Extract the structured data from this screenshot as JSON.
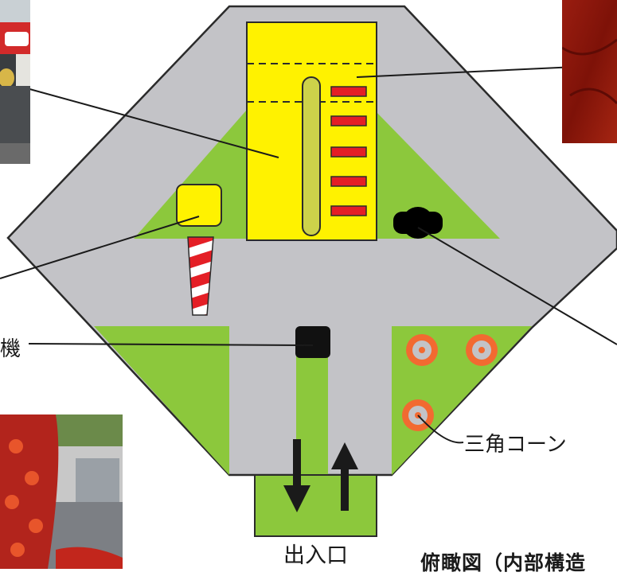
{
  "labels": {
    "cone": "三角コーン",
    "machine_partial": "機",
    "entrance": "出入口",
    "caption_partial": "俯瞰図（内部構造"
  },
  "colors": {
    "floor_gray": "#c3c3c7",
    "green": "#8cc83c",
    "yellow": "#fff200",
    "olive_bar": "#cdd24a",
    "red_step": "#e41f26",
    "cone_orange": "#f26a31",
    "outline": "#2b2b2b"
  },
  "icons": [
    "cone-icon",
    "arrow-down-icon",
    "arrow-up-icon",
    "blower-machine-icon",
    "black-object-icon"
  ]
}
